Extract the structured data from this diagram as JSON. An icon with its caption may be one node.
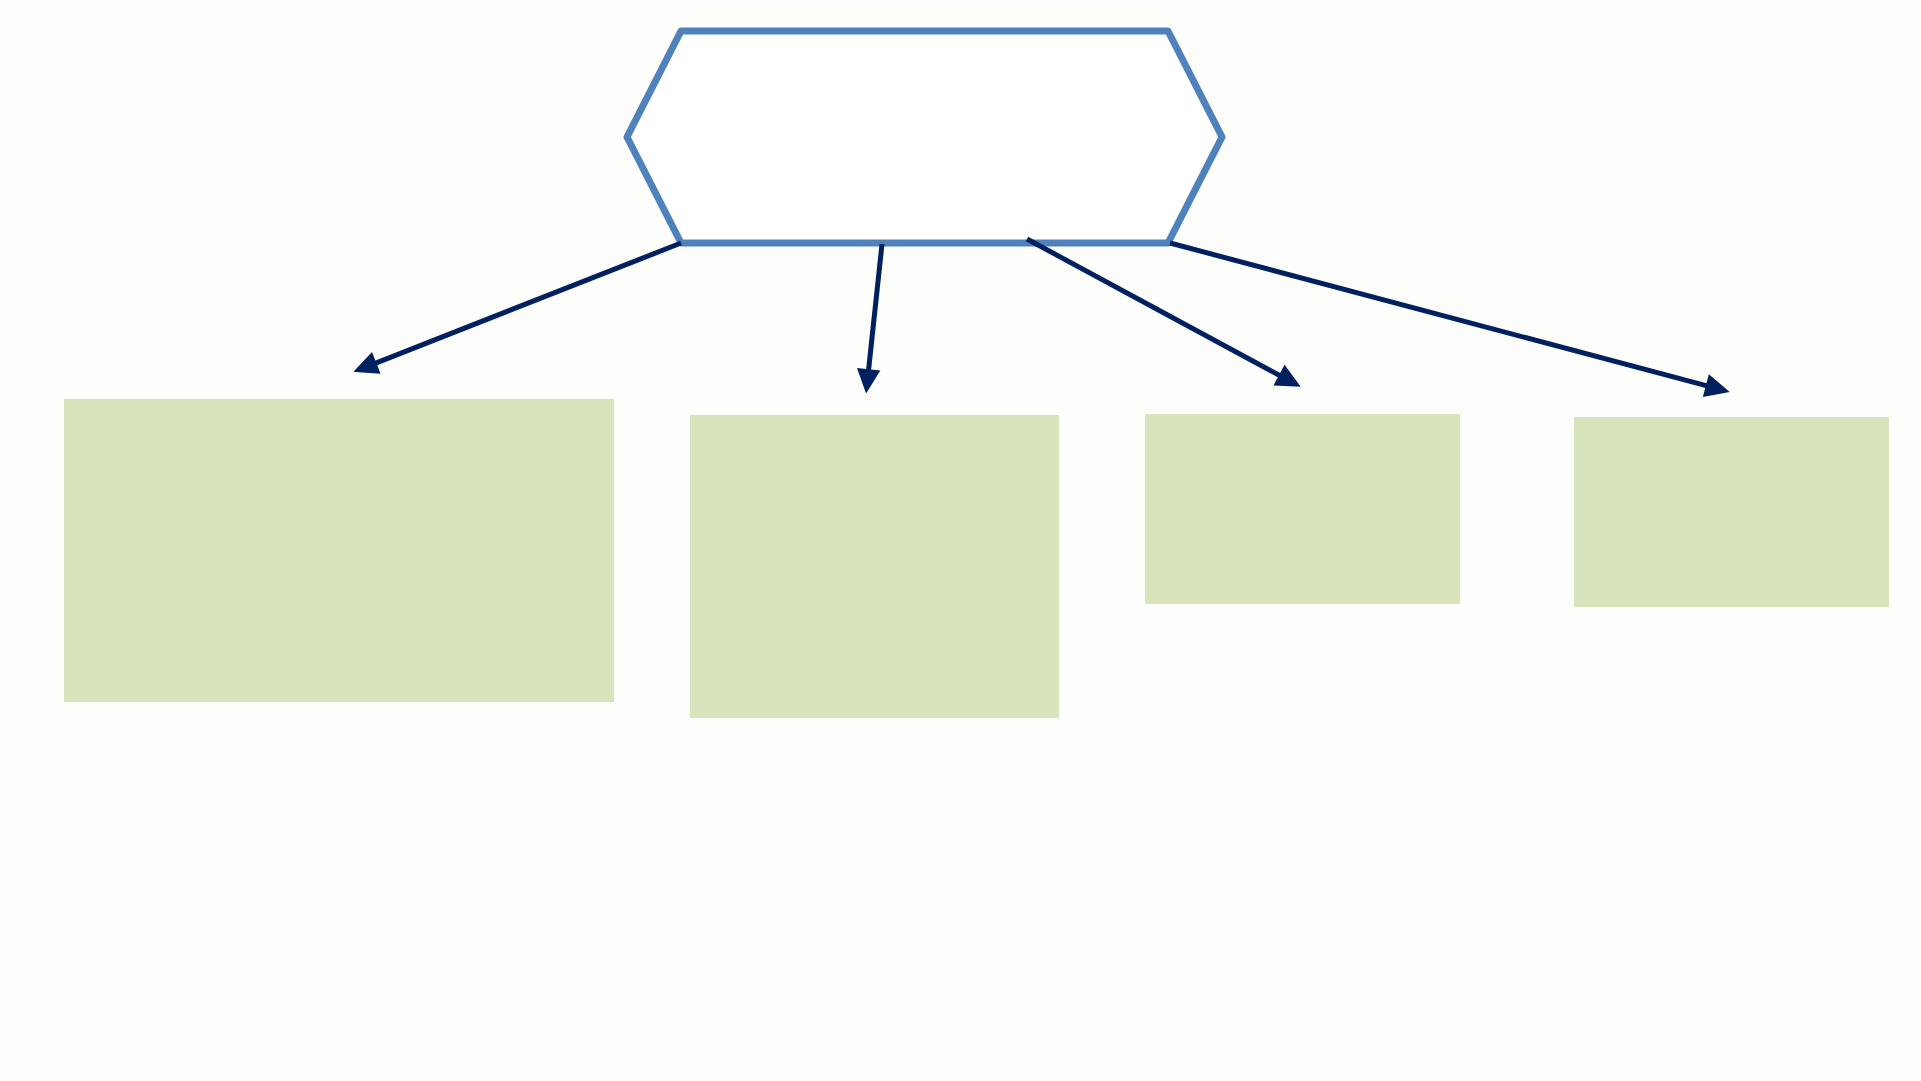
{
  "diagram": {
    "nodes": [
      {
        "text": [],
        "shape": "hexagon"
      },
      {
        "text": [],
        "shape": "box"
      },
      {
        "text": [],
        "shape": "box"
      },
      {
        "text": [],
        "shape": "box"
      },
      {
        "text": [],
        "shape": "box"
      }
    ],
    "edges": [
      {
        "from": 0,
        "to": 1,
        "arrow": "to"
      },
      {
        "from": 0,
        "to": 2,
        "arrow": "to"
      },
      {
        "from": 0,
        "to": 3,
        "arrow": "to"
      },
      {
        "from": 0,
        "to": 4,
        "arrow": "to"
      }
    ]
  }
}
